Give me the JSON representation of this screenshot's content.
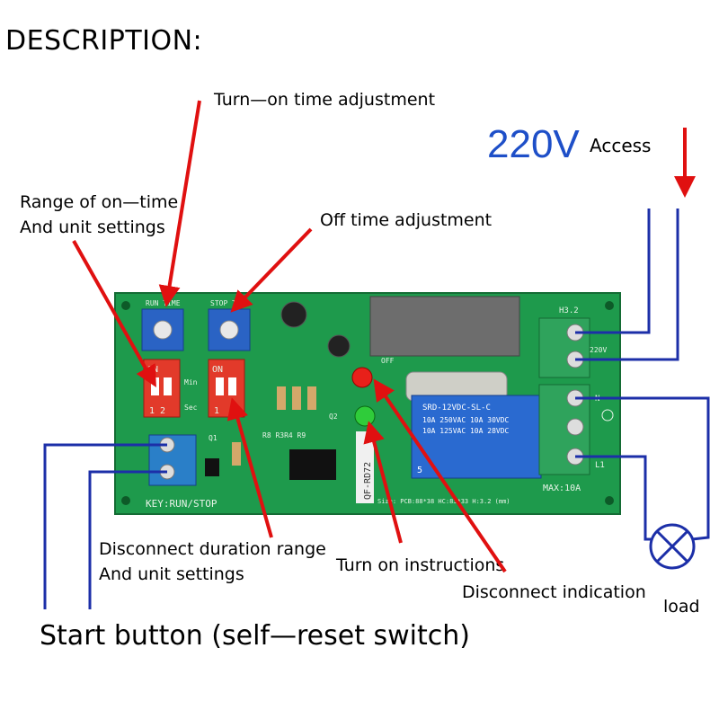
{
  "title": "DESCRIPTION:",
  "labels": {
    "turn_on_time": "Turn—on time adjustment",
    "range_on_line1": "Range of on—time",
    "range_on_line2": "And unit settings",
    "off_time": "Off time adjustment",
    "voltage": "220V",
    "access": "Access",
    "disconnect_range_line1": "Disconnect duration range",
    "disconnect_range_line2": "And unit settings",
    "turn_on_instructions": "Turn on instructions",
    "disconnect_indication": "Disconnect indication",
    "load": "load",
    "start_button": "Start button (self—reset switch)"
  },
  "board": {
    "run_time": "RUN TIME",
    "stop_time": "STOP TIME",
    "on_left": "ON",
    "on_right": "ON",
    "dip_left_numbers": "1 2",
    "dip_right_number": "1",
    "min": "Min",
    "sec": "Sec",
    "h3": "H3.2",
    "v220": "220V",
    "off": "OFF",
    "key_label": "KEY:RUN/STOP",
    "model": "QF-RD72",
    "relay_line1": "SRD-12VDC-SL-C",
    "relay_line2": "10A 250VAC 10A 30VDC",
    "relay_line3": "10A 125VAC 10A 28VDC",
    "max": "MAX:10A",
    "size": "Size: PCB:88*38 HC:83*33 H:3.2 (mm)",
    "q1": "Q1",
    "q2": "Q2",
    "r_labels": "R8 R3R4 R9",
    "l1": "L1",
    "n": "N",
    "pin5": "5"
  },
  "colors": {
    "pcb": "#1e9a4c",
    "arrow": "#e01010",
    "wire": "#1c2fa8",
    "terminal": "#2a7fc8",
    "voltage_text": "#1e4fc8"
  }
}
